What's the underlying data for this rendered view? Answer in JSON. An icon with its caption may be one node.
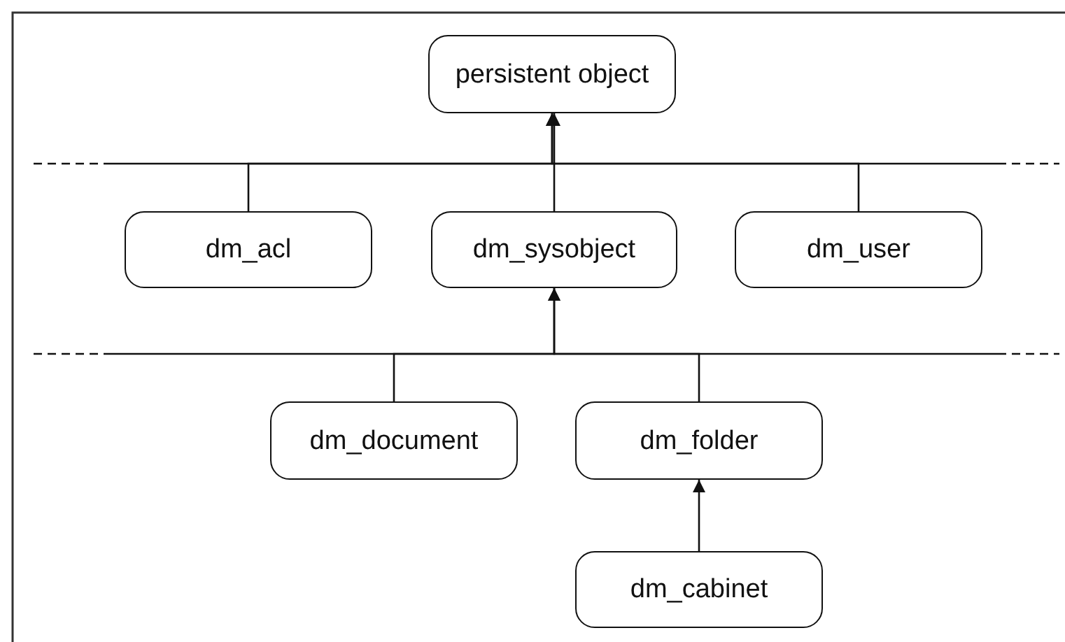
{
  "diagram": {
    "nodes": [
      {
        "text": [
          "persistent object"
        ]
      },
      {
        "text": [
          "dm_acl"
        ]
      },
      {
        "text": [
          "dm_sysobject"
        ]
      },
      {
        "text": [
          "dm_user"
        ]
      },
      {
        "text": [
          "dm_document"
        ]
      },
      {
        "text": [
          "dm_folder"
        ]
      },
      {
        "text": [
          "dm_cabinet"
        ]
      }
    ],
    "edges": [
      {
        "from": 1,
        "to": 0,
        "arrow": "to"
      },
      {
        "from": 2,
        "to": 0,
        "arrow": "to"
      },
      {
        "from": 3,
        "to": 0,
        "arrow": "to"
      },
      {
        "from": 4,
        "to": 2,
        "arrow": "to"
      },
      {
        "from": 5,
        "to": 2,
        "arrow": "to"
      },
      {
        "from": 6,
        "to": 5,
        "arrow": "to"
      }
    ]
  }
}
